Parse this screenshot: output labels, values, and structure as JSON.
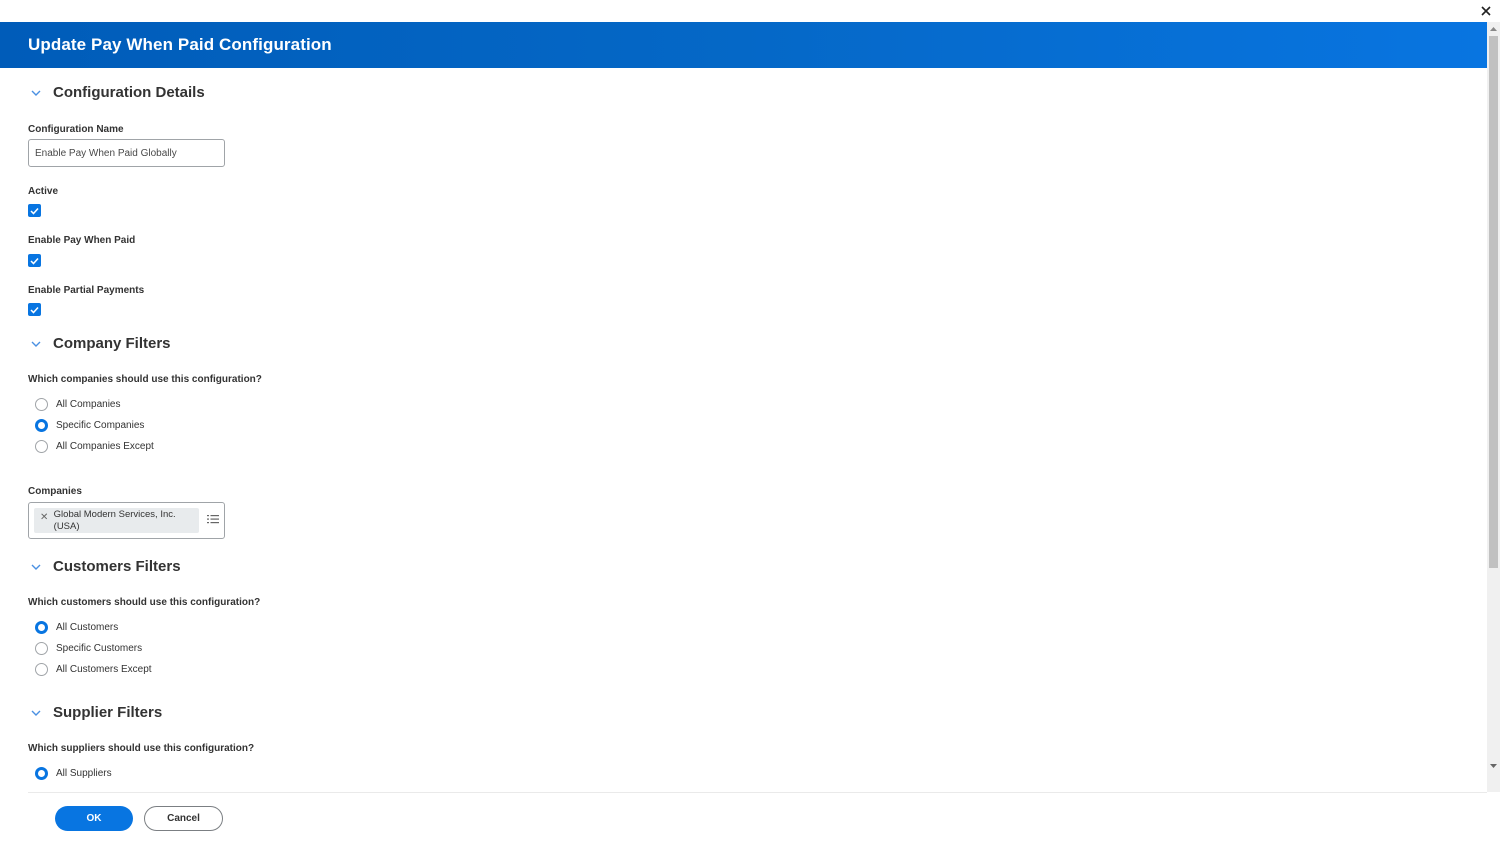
{
  "dialog": {
    "title": "Update Pay When Paid Configuration",
    "close_icon": "close-icon"
  },
  "colors": {
    "header_start": "#005cb9",
    "header_end": "#0875e1",
    "accent": "#0875e1"
  },
  "configuration_details": {
    "title": "Configuration Details",
    "name_label": "Configuration Name",
    "name_value": "Enable Pay When Paid Globally",
    "active_label": "Active",
    "active_checked": true,
    "enable_pwp_label": "Enable Pay When Paid",
    "enable_pwp_checked": true,
    "enable_partial_label": "Enable Partial Payments",
    "enable_partial_checked": true
  },
  "company_filters": {
    "title": "Company Filters",
    "question": "Which companies should use this configuration?",
    "options": [
      "All Companies",
      "Specific Companies",
      "All Companies Except"
    ],
    "selected": "Specific Companies",
    "companies_label": "Companies",
    "companies_selected": [
      "Global Modern Services, Inc. (USA)"
    ]
  },
  "customers_filters": {
    "title": "Customers Filters",
    "question": "Which customers should use this configuration?",
    "options": [
      "All Customers",
      "Specific Customers",
      "All Customers Except"
    ],
    "selected": "All Customers"
  },
  "supplier_filters": {
    "title": "Supplier Filters",
    "question": "Which suppliers should use this configuration?",
    "options": [
      "All Suppliers"
    ],
    "selected": "All Suppliers"
  },
  "footer": {
    "ok_label": "OK",
    "cancel_label": "Cancel"
  }
}
